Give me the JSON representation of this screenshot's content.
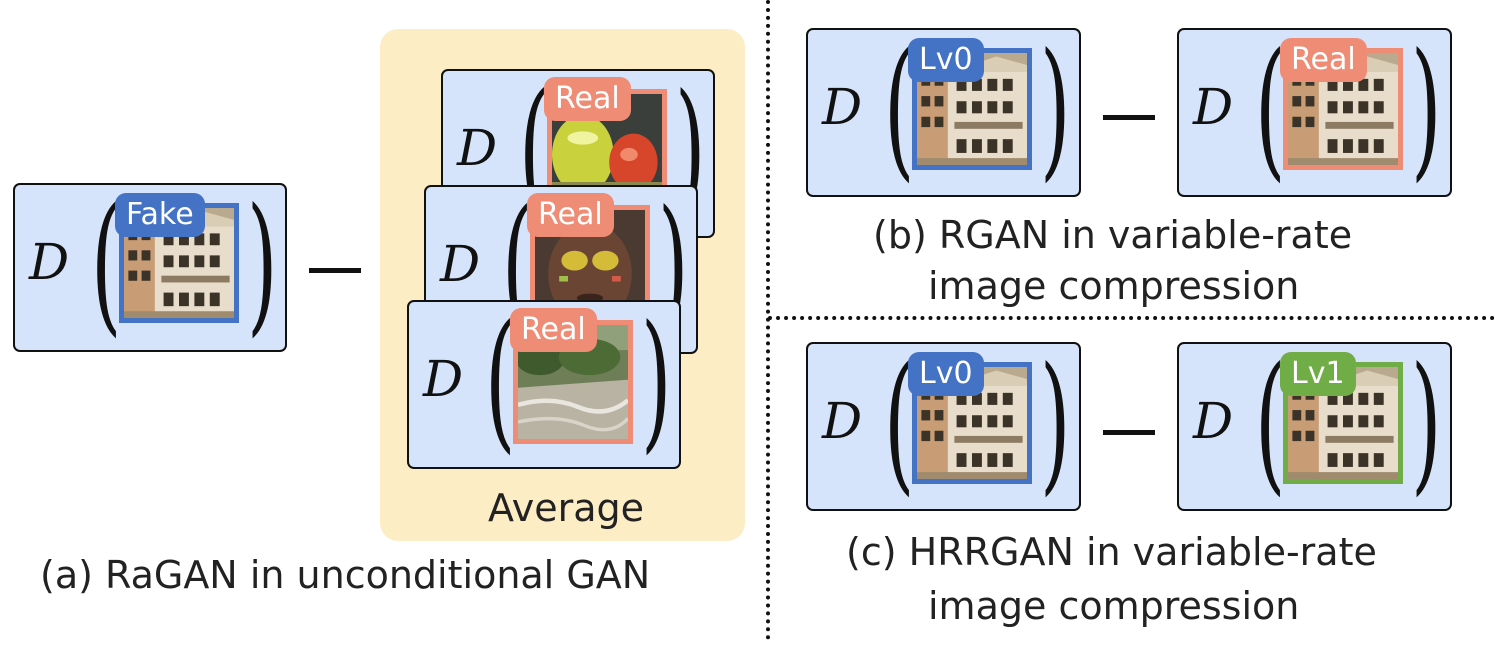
{
  "symbols": {
    "discriminator": "D",
    "minus": "−"
  },
  "panel_a": {
    "caption": "(a) RaGAN in unconditional GAN",
    "average_label": "Average",
    "fake_tag": "Fake",
    "real_tags": [
      "Real",
      "Real",
      "Real"
    ]
  },
  "panel_b": {
    "caption_line1": "(b) RGAN in variable-rate",
    "caption_line2": "image compression",
    "left_tag": "Lv0",
    "right_tag": "Real"
  },
  "panel_c": {
    "caption_line1": "(c) HRRGAN in variable-rate",
    "caption_line2": "image compression",
    "left_tag": "Lv0",
    "right_tag": "Lv1"
  },
  "colors": {
    "card_fill": "#d5e3fb",
    "average_panel": "#fdedc4",
    "fake_and_lv0": "#4472c4",
    "real": "#ef8c76",
    "lv1": "#70ad47"
  }
}
